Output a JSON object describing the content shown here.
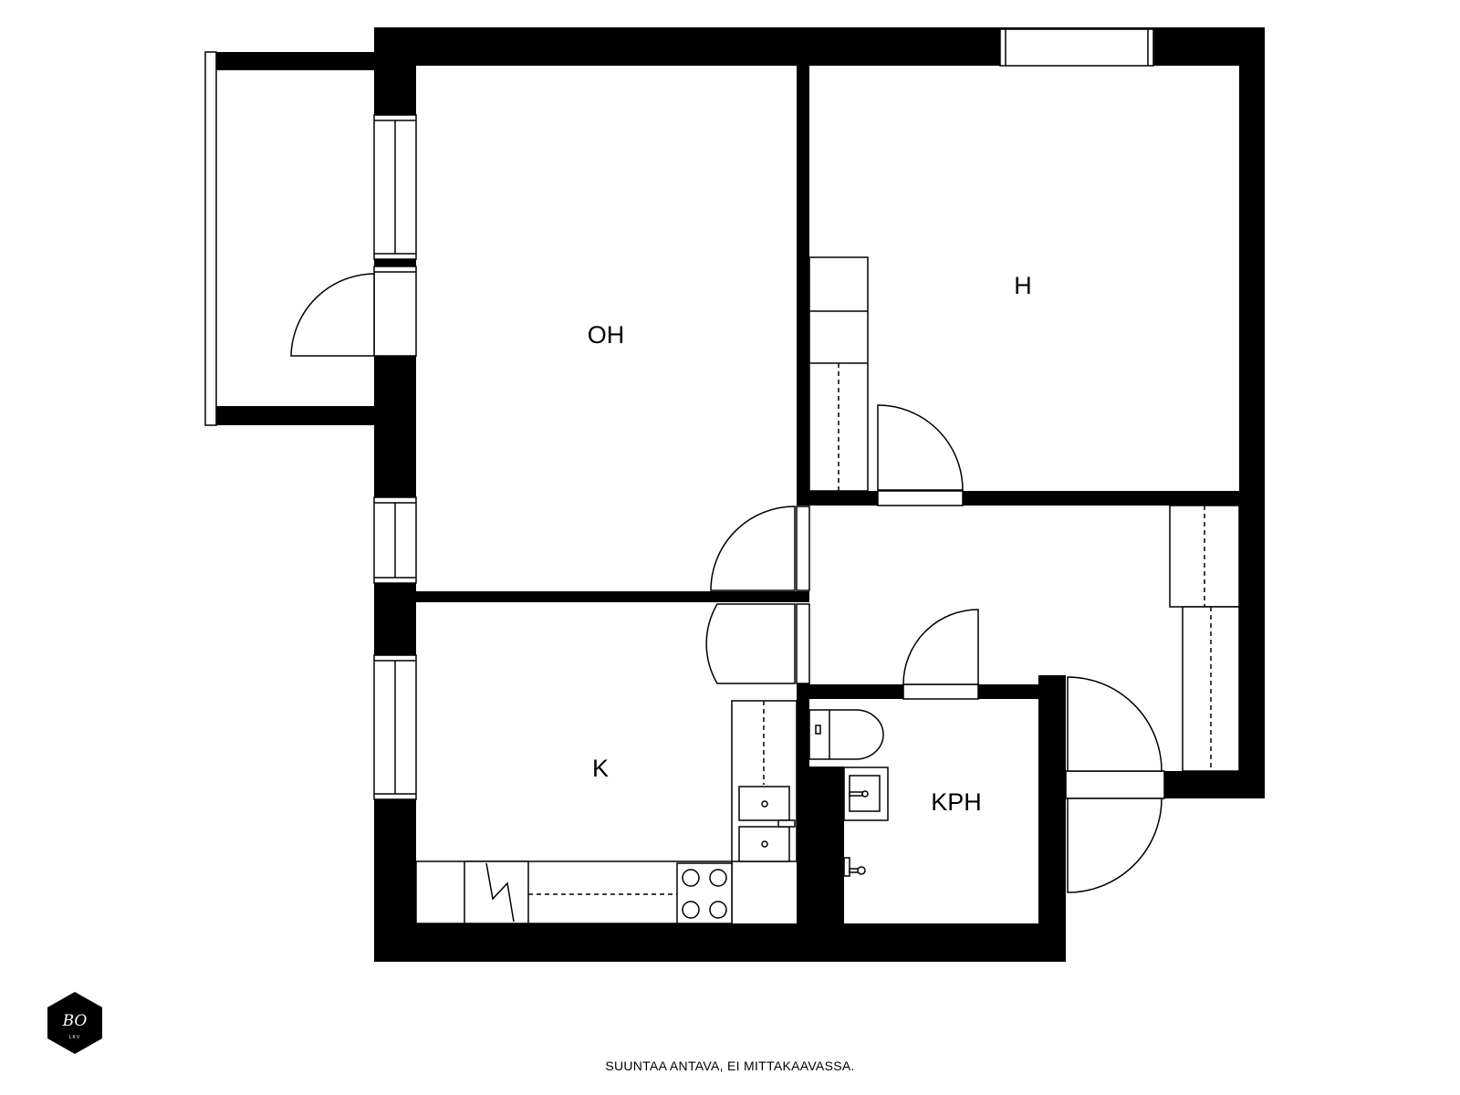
{
  "rooms": {
    "oh": "OH",
    "h": "H",
    "k": "K",
    "kph": "KPH"
  },
  "caption": "SUUNTAA ANTAVA, EI MITTAKAAVASSA.",
  "logo": {
    "text": "BO",
    "sub": "LKV"
  }
}
